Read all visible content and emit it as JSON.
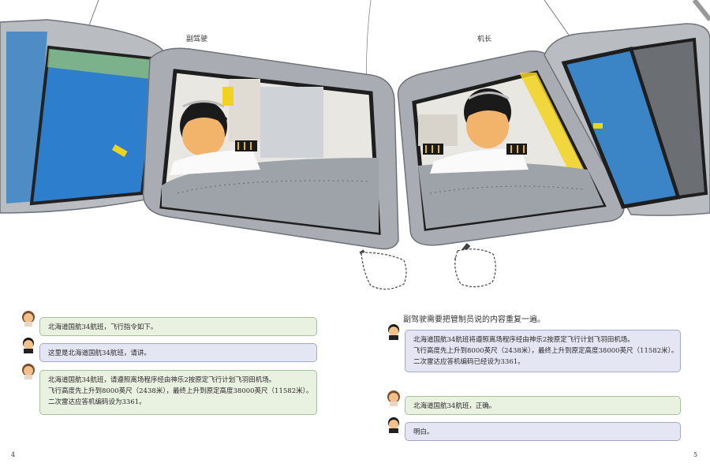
{
  "labels": {
    "copilot": "副驾驶",
    "captain": "机长"
  },
  "left_dialogue": [
    {
      "speaker": "controller",
      "lines": [
        "北海道国航34航班，飞行指令如下。"
      ]
    },
    {
      "speaker": "pilot",
      "lines": [
        "这里是北海道国航34航班，请讲。"
      ]
    },
    {
      "speaker": "controller",
      "lines": [
        "北海道国航34航班，请遵照离场程序经由神乐2按原定飞行计划飞羽田机场。",
        "飞行高度先上升到8000英尺（2438米），最终上升到原定高度38000英尺（11582米）。",
        "二次雷达应答机编码设为3361。"
      ]
    }
  ],
  "right_heading": "副驾驶需要把管制员说的内容重复一遍。",
  "right_dialogue": [
    {
      "speaker": "pilot",
      "lines": [
        "北海道国航34航班将遵照离场程序经由神乐2按原定飞行计划飞羽田机场。",
        "飞行高度先上升到8000英尺（2438米），最终上升到原定高度38000英尺（11582米）。",
        "二次雷达应答机编码已经设为3361。"
      ]
    },
    {
      "speaker": "controller",
      "lines": [
        "北海道国航34航班，正确。"
      ]
    },
    {
      "speaker": "pilot",
      "lines": [
        "明白。"
      ]
    }
  ],
  "page_numbers": {
    "left": "4",
    "right": "5"
  },
  "colors": {
    "controller_bubble": "#e9f1e1",
    "pilot_bubble": "#e4e6f4",
    "window_blue": "#2d7fce",
    "accent_yellow": "#f2d221"
  }
}
